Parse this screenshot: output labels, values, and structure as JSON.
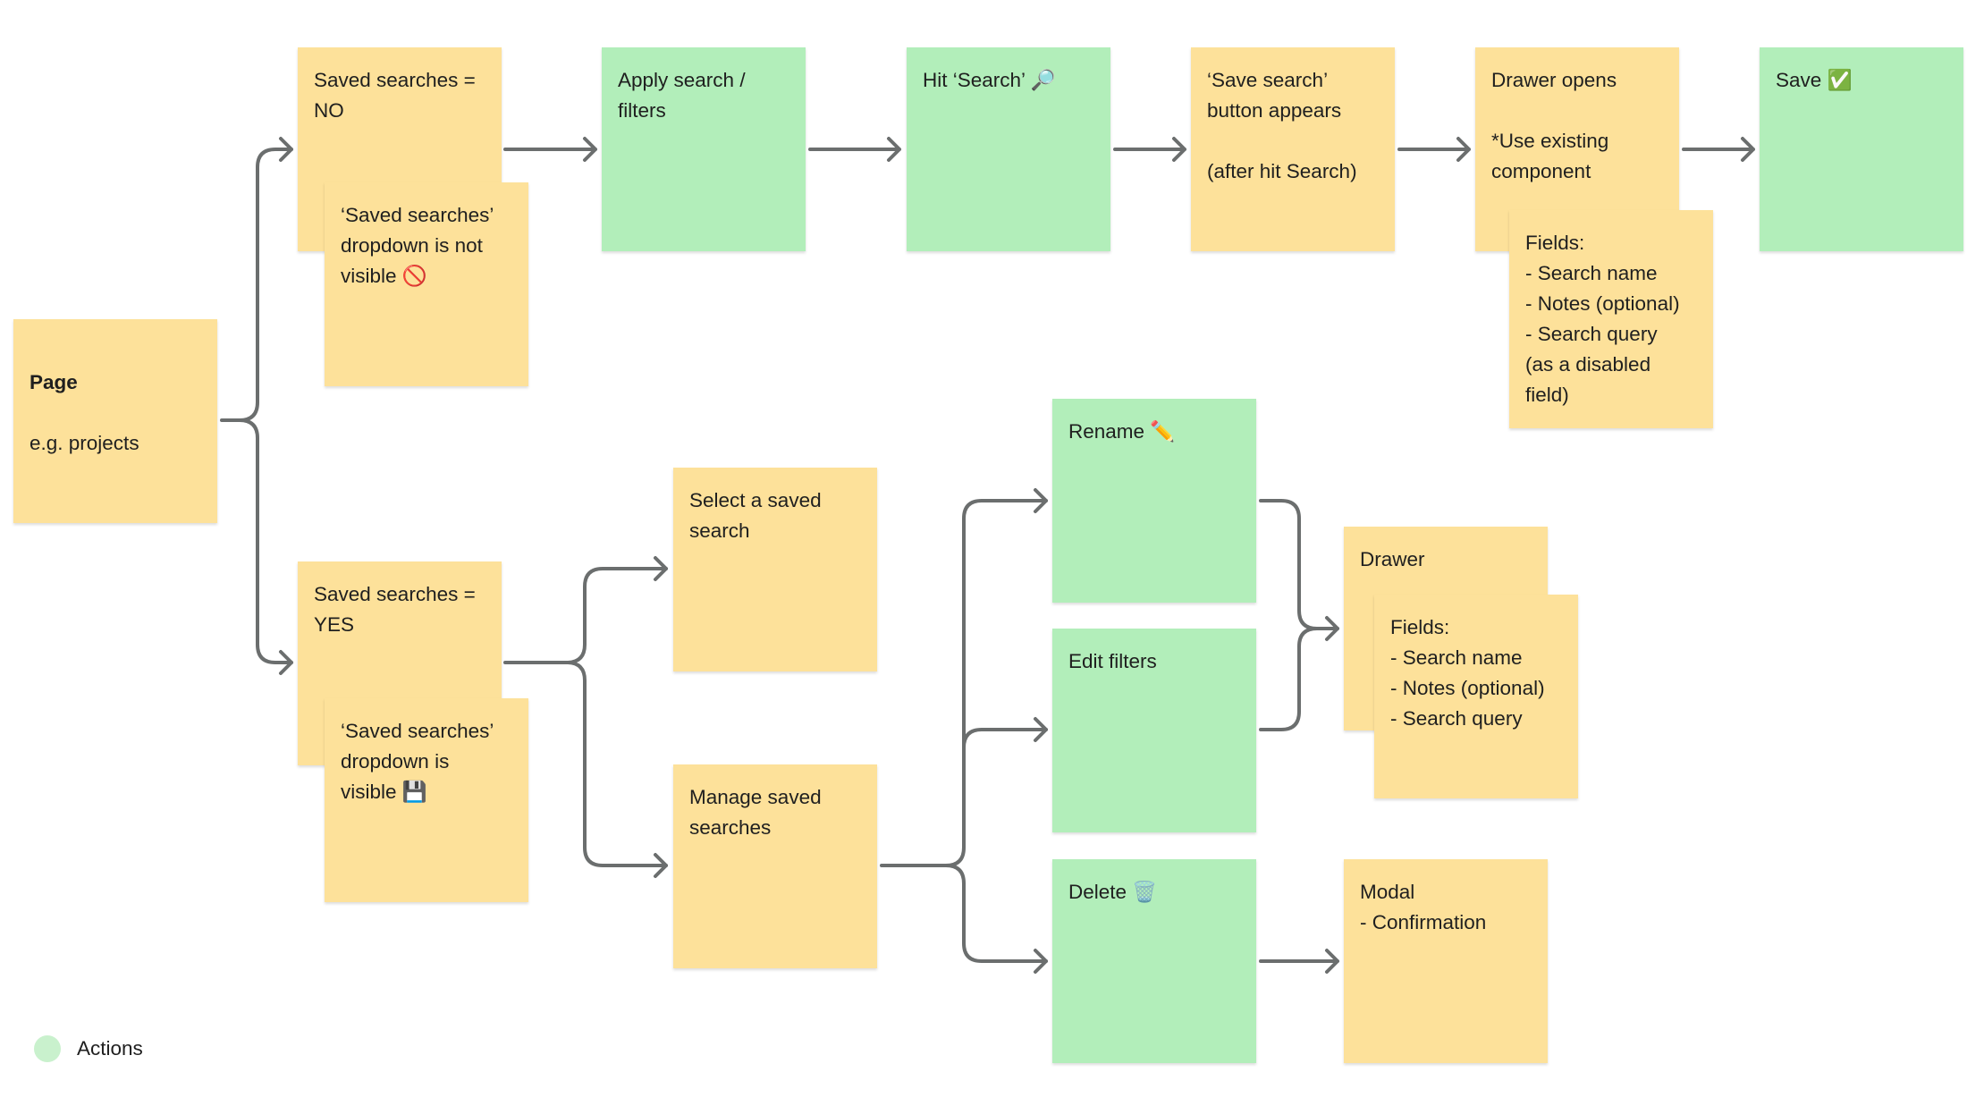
{
  "notes": {
    "page": {
      "title": "Page",
      "text": "e.g. projects"
    },
    "saved_no": "Saved searches =\nNO",
    "dropdown_not_visible": "‘Saved searches’\ndropdown is not\nvisible 🚫",
    "apply_search": "Apply search /\nfilters",
    "hit_search": "Hit ‘Search’ 🔎",
    "save_search_button": "‘Save search’\nbutton appears\n\n(after hit Search)",
    "drawer_opens": "Drawer opens\n\n*Use existing\ncomponent",
    "drawer_fields_1": "Fields:\n- Search name\n- Notes (optional)\n- Search query\n(as a disabled\nfield)",
    "save": "Save ✅",
    "saved_yes": "Saved searches =\nYES",
    "dropdown_visible": "‘Saved searches’\ndropdown is\nvisible 💾",
    "select_saved": "Select a saved\nsearch",
    "manage_saved": "Manage saved\nsearches",
    "rename": "Rename ✏️",
    "edit_filters": "Edit filters",
    "delete": "Delete 🗑️",
    "drawer": "Drawer",
    "drawer_fields_2": "Fields:\n- Search name\n- Notes (optional)\n- Search query",
    "modal": "Modal\n- Confirmation"
  },
  "legend": {
    "label": "Actions",
    "color": "#c9f1cd"
  },
  "colors": {
    "note_yellow": "#fde19a",
    "note_green": "#b2eeba",
    "connector": "#6b6e6e"
  }
}
